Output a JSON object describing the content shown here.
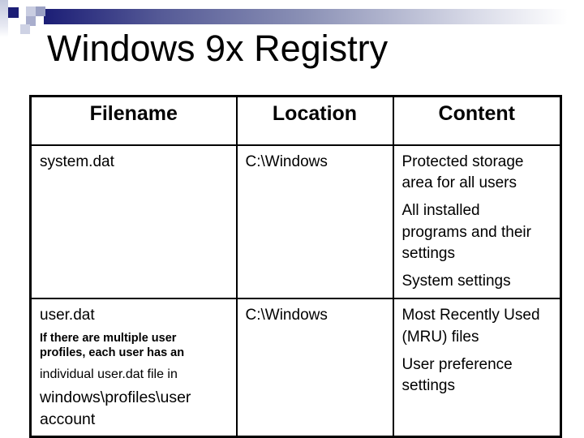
{
  "slide": {
    "title": "Windows 9x Registry"
  },
  "table": {
    "headers": [
      "Filename",
      "Location",
      "Content"
    ],
    "rows": [
      {
        "filename": "system.dat",
        "location": "C:\\Windows",
        "content": [
          "Protected storage area for all users",
          "All installed programs and their settings",
          "System settings"
        ]
      },
      {
        "filename": "user.dat",
        "note_bold": "If there are multiple user profiles, each user has an",
        "note": "individual user.dat file in",
        "path": "windows\\profiles\\user account",
        "location": "C:\\Windows",
        "content": [
          "Most Recently Used (MRU) files",
          "User preference settings"
        ]
      }
    ]
  },
  "colors": {
    "accent_navy": "#1c1e76",
    "bar_mid": "#8a90b5",
    "square_pale": "#c9cde1",
    "text": "#000000",
    "background": "#ffffff",
    "table_border": "#000000"
  }
}
